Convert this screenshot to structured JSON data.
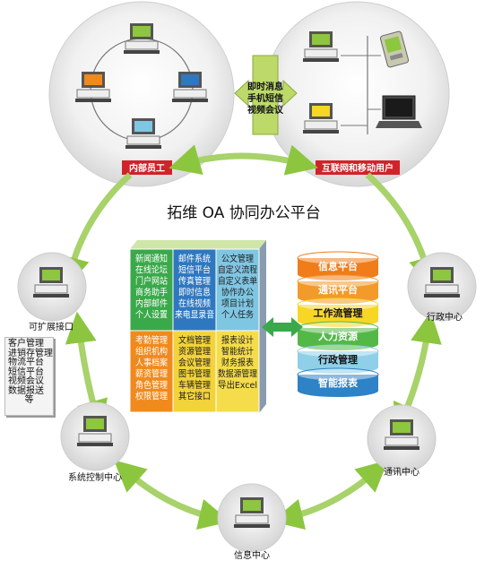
{
  "title": "拓维 OA 协同办公平台",
  "top_left_cluster": {
    "label": "内部员工"
  },
  "top_right_cluster": {
    "label": "互联网和移动用户"
  },
  "middle_link": {
    "lines": [
      "即时消息",
      "手机短信",
      "视频会议"
    ]
  },
  "nodes": {
    "left": "可扩展接口",
    "right": "行政中心",
    "lower_left": "系统控制中心",
    "lower_right": "通讯中心",
    "bottom": "信息中心"
  },
  "extension_list": [
    "客户管理",
    "进销存管理",
    "物流平台",
    "短信平台",
    "视频会议",
    "数据报送",
    "等"
  ],
  "module_grid": [
    {
      "color": "#3aa94a",
      "lines": [
        "新闻通知",
        "在线论坛",
        "门户网站",
        "商务助手",
        "内部邮件",
        "个人设置"
      ]
    },
    {
      "color": "#2f78c0",
      "lines": [
        "邮件系统",
        "短信平台",
        "传真管理",
        "即时信息",
        "在线视频",
        "来电显录音"
      ]
    },
    {
      "color": "#7fc6e3",
      "lines": [
        "公文管理",
        "自定义流程",
        "自定义表单",
        "协作办公",
        "项目计划",
        "个人任务"
      ]
    },
    {
      "color": "#f08a1c",
      "lines": [
        "考勤管理",
        "组织机构",
        "人事档案",
        "薪资管理",
        "角色管理",
        "权限管理"
      ]
    },
    {
      "color": "#f3d33a",
      "lines": [
        "文档管理",
        "资源管理",
        "会议管理",
        "图书管理",
        "车辆管理",
        "其它接口"
      ]
    },
    {
      "color": "#f5dc4a",
      "lines": [
        "报表设计",
        "智能统计",
        "财务报表",
        "数据源管理",
        "导出Excel"
      ]
    }
  ],
  "layers": [
    {
      "label": "信息平台",
      "color": "#f07c1a"
    },
    {
      "label": "通讯平台",
      "color": "#f29a2a"
    },
    {
      "label": "工作流管理",
      "color": "#f7d626"
    },
    {
      "label": "人力资源",
      "color": "#54b848"
    },
    {
      "label": "行政管理",
      "color": "#8fd0e8"
    },
    {
      "label": "智能报表",
      "color": "#2e82c6"
    }
  ]
}
